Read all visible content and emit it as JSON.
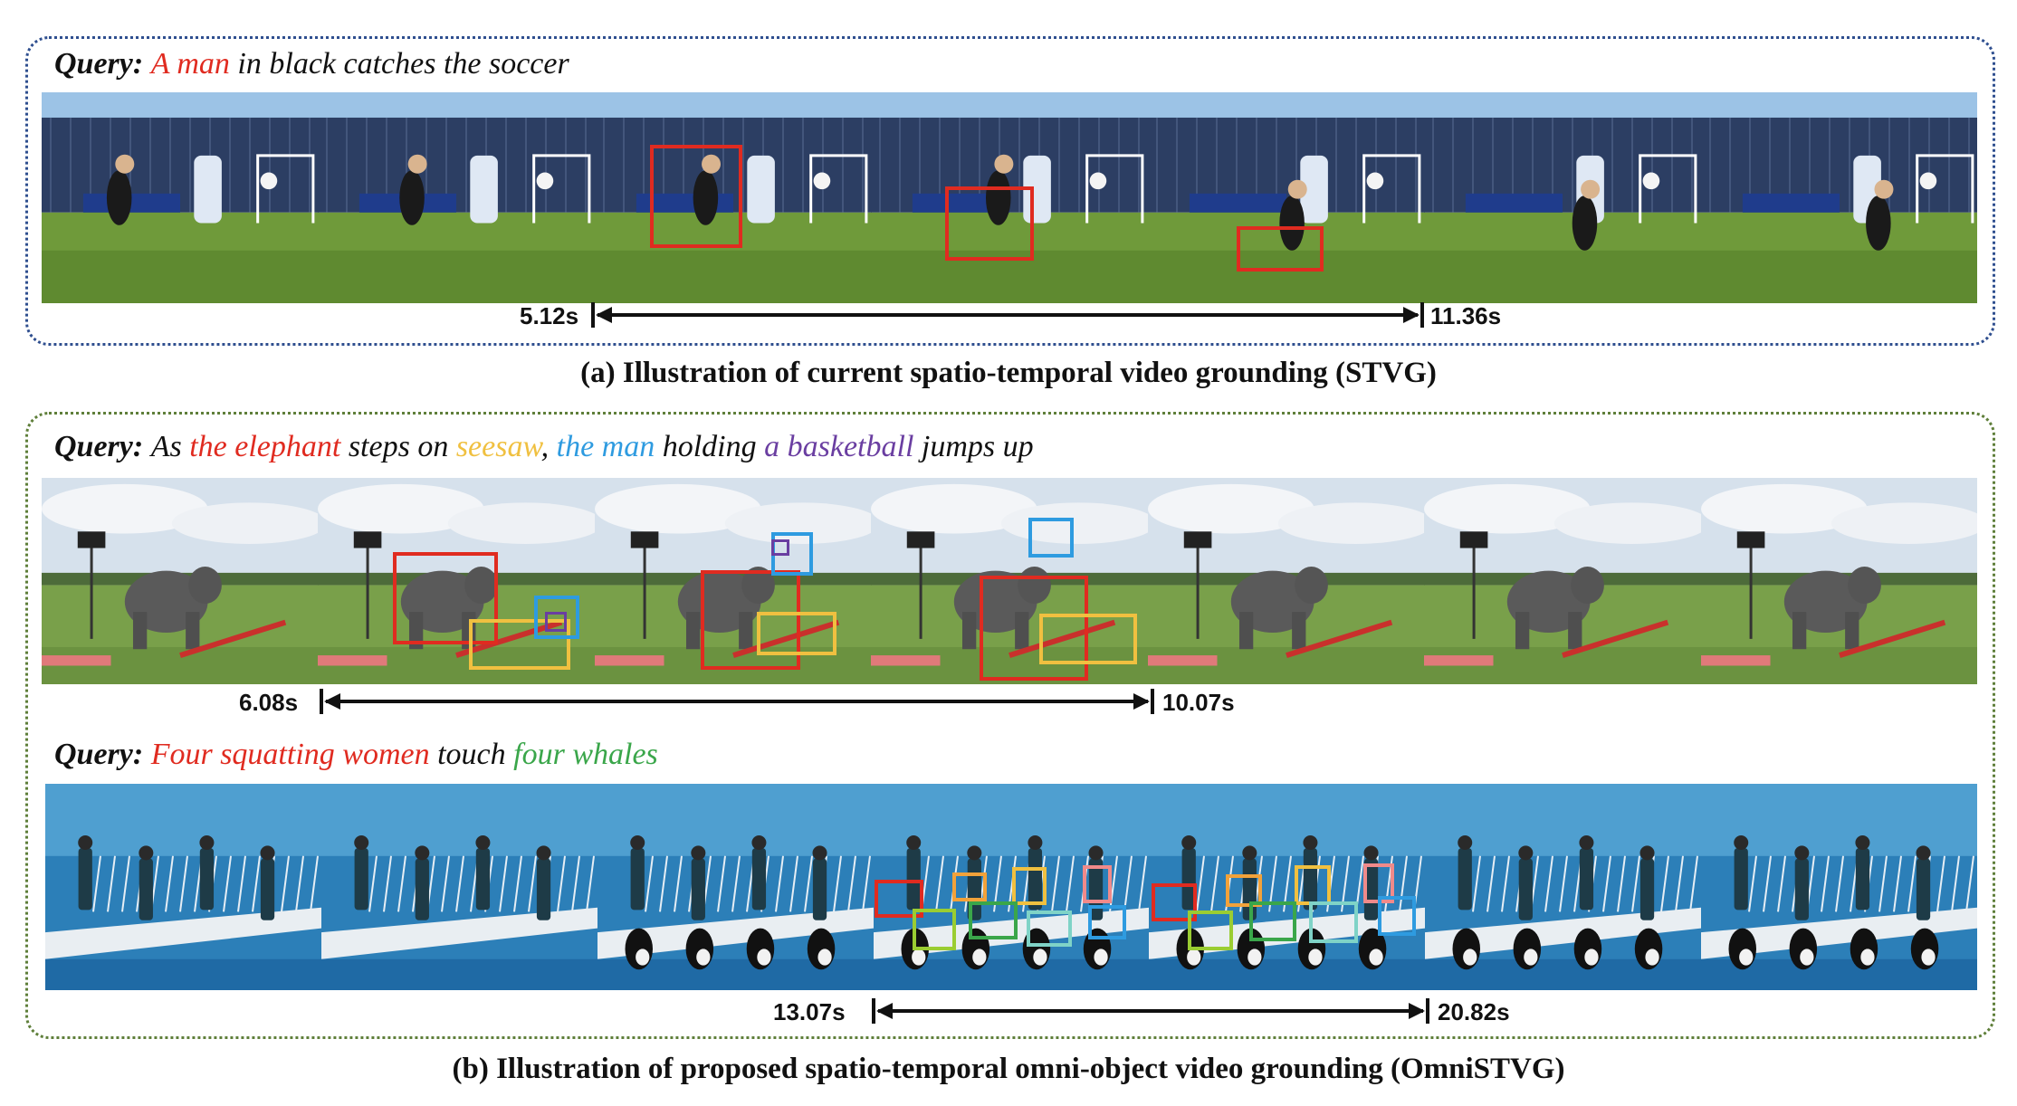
{
  "panel_a": {
    "query": {
      "label": "Query:",
      "parts": [
        {
          "text": "A man",
          "color": "#e02b20"
        },
        {
          "text": " in black catches the soccer",
          "color": "#111111"
        }
      ]
    },
    "start_time": "5.12s",
    "end_time": "11.36s",
    "caption": "(a) Illustration of current spatio-temporal video grounding (STVG)"
  },
  "panel_b": {
    "query1": {
      "label": "Query:",
      "parts": [
        {
          "text": "As ",
          "color": "#111111"
        },
        {
          "text": "the elephant",
          "color": "#e02b20"
        },
        {
          "text": " steps on ",
          "color": "#111111"
        },
        {
          "text": "seesaw",
          "color": "#f0c040"
        },
        {
          "text": ", ",
          "color": "#111111"
        },
        {
          "text": "the man",
          "color": "#2e9be0"
        },
        {
          "text": " holding ",
          "color": "#111111"
        },
        {
          "text": "a basketball",
          "color": "#6a3ea1"
        },
        {
          "text": " jumps up",
          "color": "#111111"
        }
      ]
    },
    "start_time1": "6.08s",
    "end_time1": "10.07s",
    "query2": {
      "label": "Query:",
      "parts": [
        {
          "text": "Four squatting women",
          "color": "#e02b20"
        },
        {
          "text": " touch ",
          "color": "#111111"
        },
        {
          "text": "four whales",
          "color": "#3aa64a"
        }
      ]
    },
    "start_time2": "13.07s",
    "end_time2": "20.82s",
    "caption": "(b) Illustration of proposed spatio-temporal omni-object video grounding (OmniSTVG)"
  },
  "colors": {
    "panel_a_border": "#2f4f8f",
    "panel_b_border": "#5f7f3a",
    "red": "#e02b20",
    "yellow": "#f0c040",
    "blue": "#2e9be0",
    "purple": "#6a3ea1",
    "green": "#3aa64a",
    "orange": "#f2a23a",
    "light_green": "#9acd32",
    "pink": "#f08a8a",
    "teal": "#7fd3c7"
  }
}
